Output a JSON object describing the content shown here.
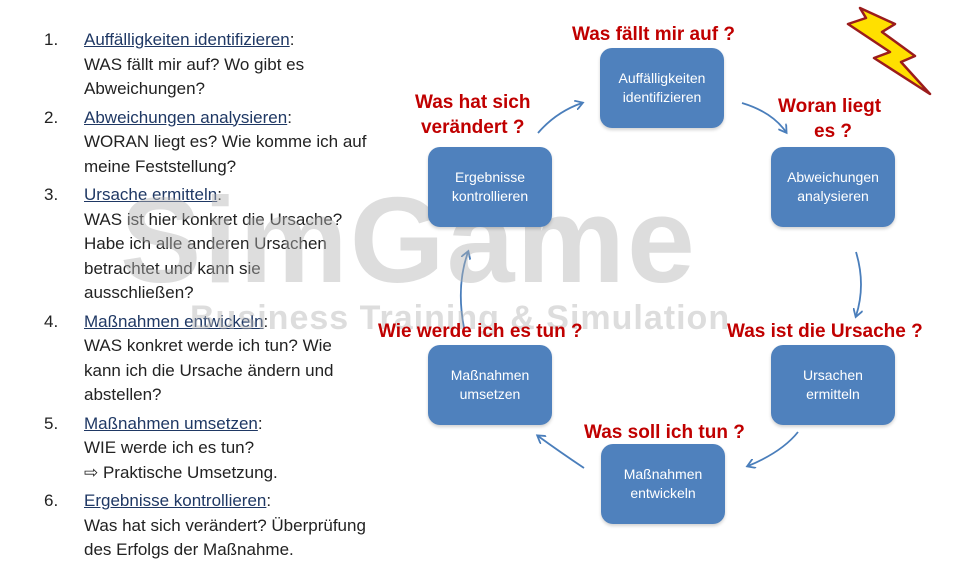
{
  "steps": [
    {
      "number": "1.",
      "title": "Auffälligkeiten identifizieren",
      "lines": [
        "WAS fällt mir auf? Wo gibt es",
        "Abweichungen?"
      ]
    },
    {
      "number": "2.",
      "title": "Abweichungen analysieren",
      "lines": [
        "WORAN liegt es? Wie komme ich auf",
        "meine Feststellung?"
      ]
    },
    {
      "number": "3.",
      "title": "Ursache ermitteln",
      "lines": [
        "WAS ist hier konkret die Ursache?",
        "Habe ich alle anderen Ursachen",
        "betrachtet und kann sie",
        "ausschließen?"
      ]
    },
    {
      "number": "4.",
      "title": "Maßnahmen entwickeln",
      "lines": [
        "WAS konkret werde ich tun? Wie",
        "kann ich die Ursache ändern und",
        "abstellen?"
      ]
    },
    {
      "number": "5.",
      "title": "Maßnahmen umsetzen",
      "lines": [
        "WIE werde ich es tun?",
        "⇨ Praktische Umsetzung."
      ]
    },
    {
      "number": "6.",
      "title": "Ergebnisse kontrollieren",
      "lines": [
        "Was hat sich verändert? Überprüfung",
        "des Erfolgs der Maßnahme."
      ]
    }
  ],
  "cycle": {
    "nodes": [
      {
        "label1": "Auffälligkeiten",
        "label2": "identifizieren"
      },
      {
        "label1": "Abweichungen",
        "label2": "analysieren"
      },
      {
        "label1": "Ursachen",
        "label2": "ermitteln"
      },
      {
        "label1": "Maßnahmen",
        "label2": "entwickeln"
      },
      {
        "label1": "Maßnahmen",
        "label2": "umsetzen"
      },
      {
        "label1": "Ergebnisse",
        "label2": "kontrollieren"
      }
    ],
    "questions": [
      {
        "line1": "Was fällt mir auf ?"
      },
      {
        "line1": "Woran liegt",
        "line2": "es ?"
      },
      {
        "line1": "Was ist die Ursache ?"
      },
      {
        "line1": "Was soll ich tun ?"
      },
      {
        "line1": "Wie werde ich es tun ?"
      },
      {
        "line1": "Was hat sich",
        "line2": "verändert ?"
      }
    ]
  },
  "watermark": {
    "big": "SimGame",
    "small": "Business Training & Simulation"
  },
  "colors": {
    "node": "#4f81bd",
    "question": "#c00000",
    "arrow": "#4a7ebb",
    "lightning": "#ffe000"
  },
  "icons": {
    "corner": "lightning-bolt-icon"
  }
}
